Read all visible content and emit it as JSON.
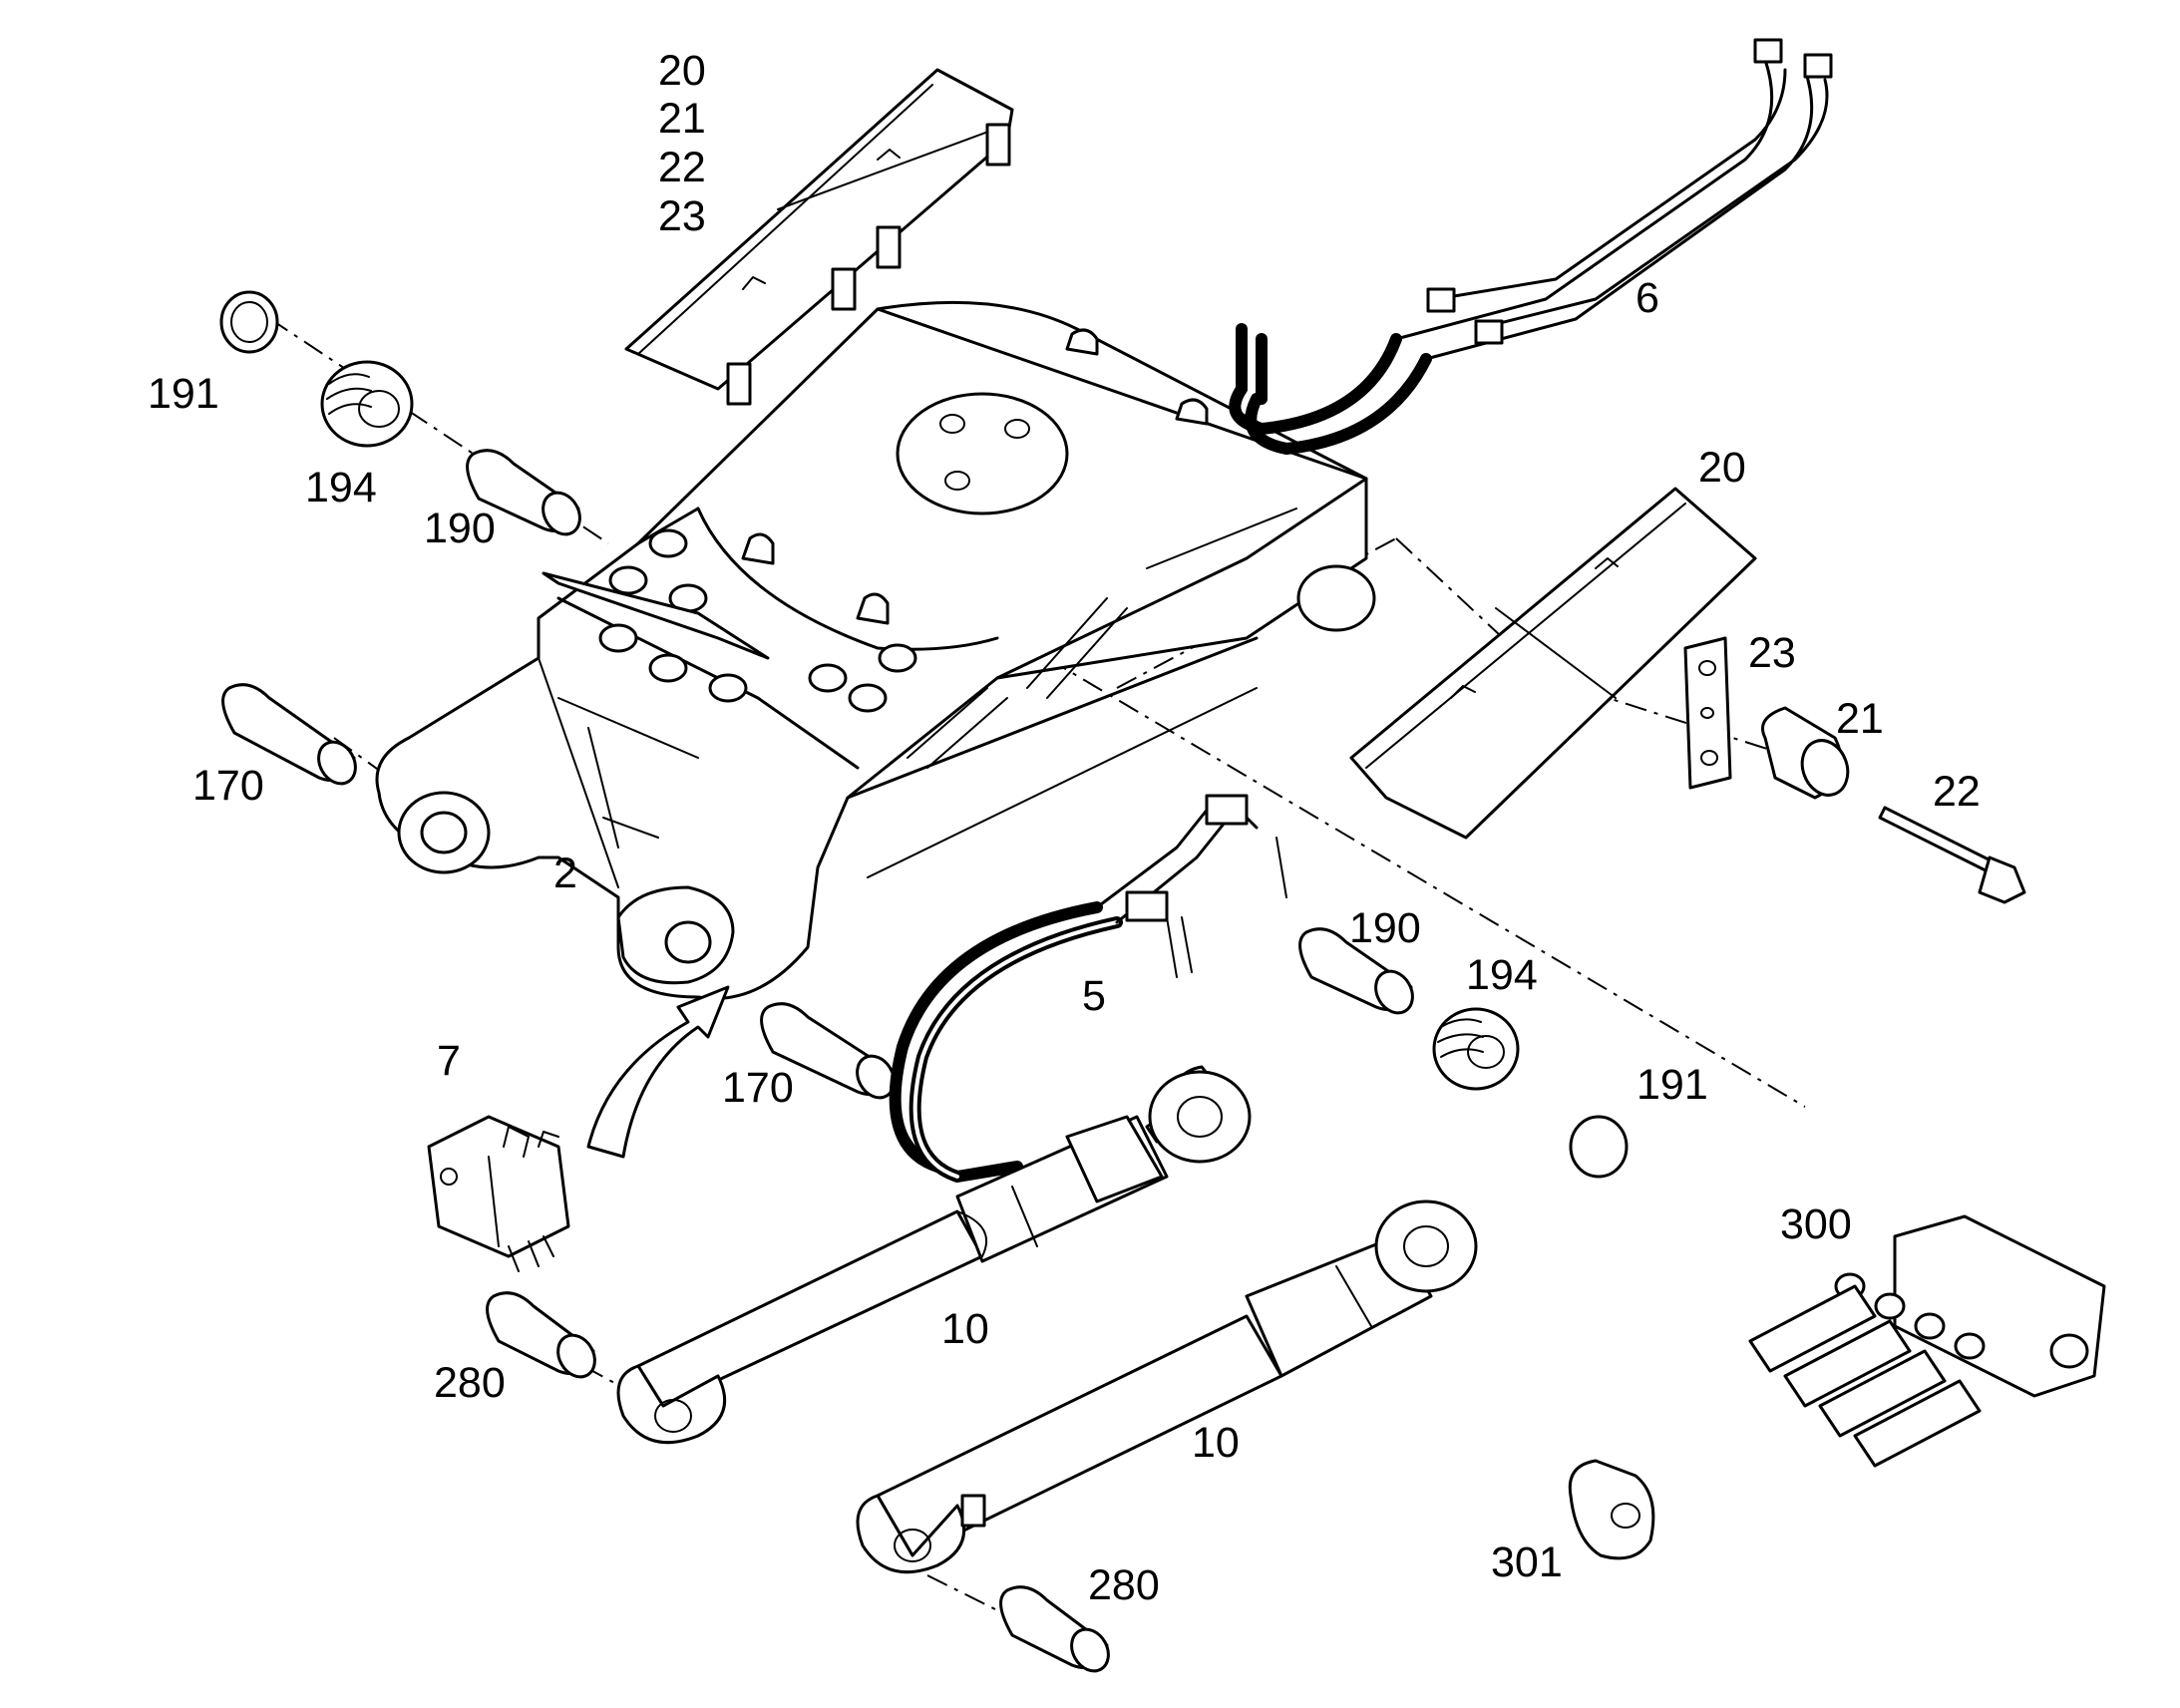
{
  "labels": {
    "l20a": "20",
    "l21a": "21",
    "l22a": "22",
    "l23a": "23",
    "l191a": "191",
    "l194a": "194",
    "l190a": "190",
    "l170a": "170",
    "l2": "2",
    "l6": "6",
    "l20b": "20",
    "l23b": "23",
    "l21b": "21",
    "l22b": "22",
    "l190b": "190",
    "l194b": "194",
    "l191b": "191",
    "l5": "5",
    "l170b": "170",
    "l7": "7",
    "l10a": "10",
    "l280a": "280",
    "l10b": "10",
    "l280b": "280",
    "l300": "300",
    "l301": "301"
  }
}
